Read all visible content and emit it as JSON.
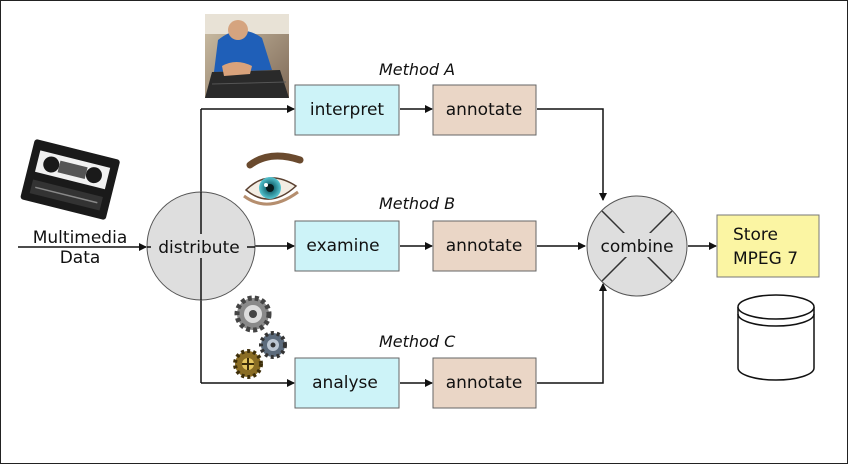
{
  "source": {
    "line1": "Multimedia",
    "line2": "Data",
    "icon": "video-cassette-icon"
  },
  "distribute_label": "distribute",
  "methods": [
    {
      "title": "Method A",
      "process": "interpret",
      "annotate": "annotate",
      "icon": "person-typing-icon"
    },
    {
      "title": "Method B",
      "process": "examine",
      "annotate": "annotate",
      "icon": "eye-icon"
    },
    {
      "title": "Method C",
      "process": "analyse",
      "annotate": "annotate",
      "icon": "gears-icon"
    }
  ],
  "combine_label": "combine",
  "store": {
    "line1": "Store",
    "line2": "MPEG 7",
    "icon": "database-cylinder-icon"
  },
  "colors": {
    "process_fill": "#cdf3f8",
    "annotate_fill": "#ead6c6",
    "store_fill": "#fbf5a3",
    "circle_fill": "#dedede",
    "line": "#111111"
  }
}
